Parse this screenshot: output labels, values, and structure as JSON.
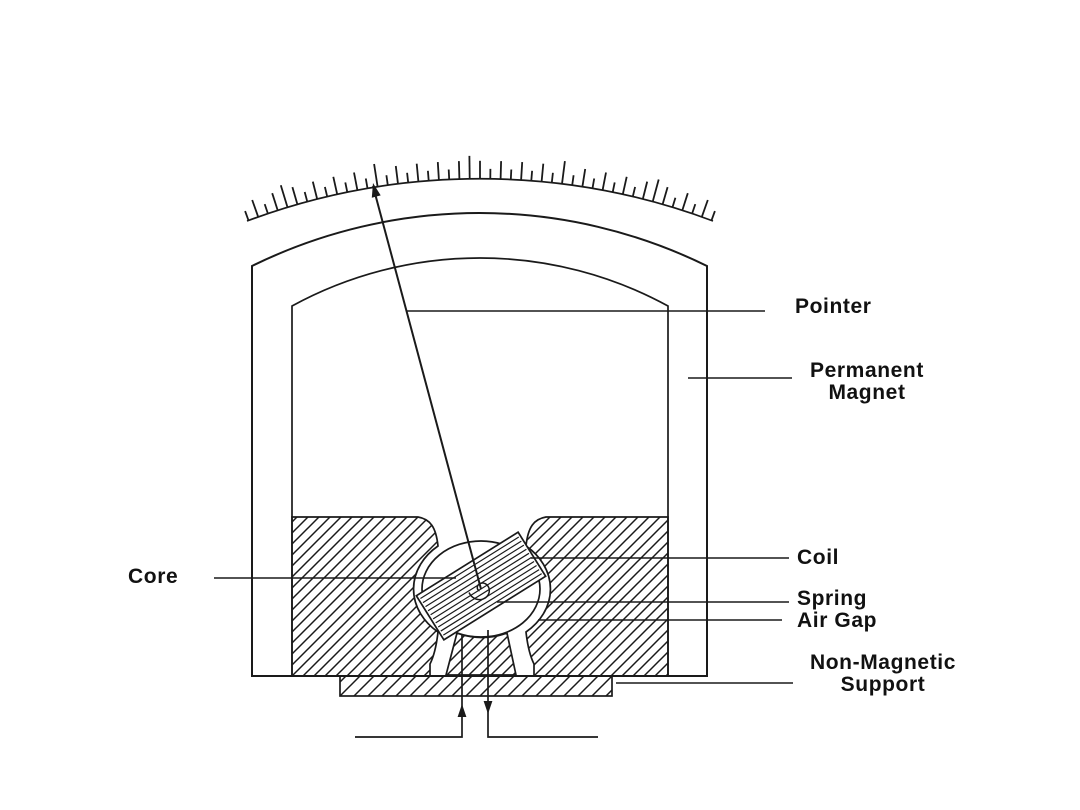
{
  "diagram": {
    "labels": {
      "pointer": "Pointer",
      "permanent_magnet_line1": "Permanent",
      "permanent_magnet_line2": "Magnet",
      "coil": "Coil",
      "spring": "Spring",
      "air_gap": "Air Gap",
      "support_line1": "Non-Magnetic",
      "support_line2": "Support",
      "core": "Core"
    },
    "colors": {
      "ink": "#1a1a1a",
      "background": "#ffffff"
    },
    "scale": {
      "tick_count": 47,
      "minor_len": 10,
      "major_len": 18
    }
  }
}
